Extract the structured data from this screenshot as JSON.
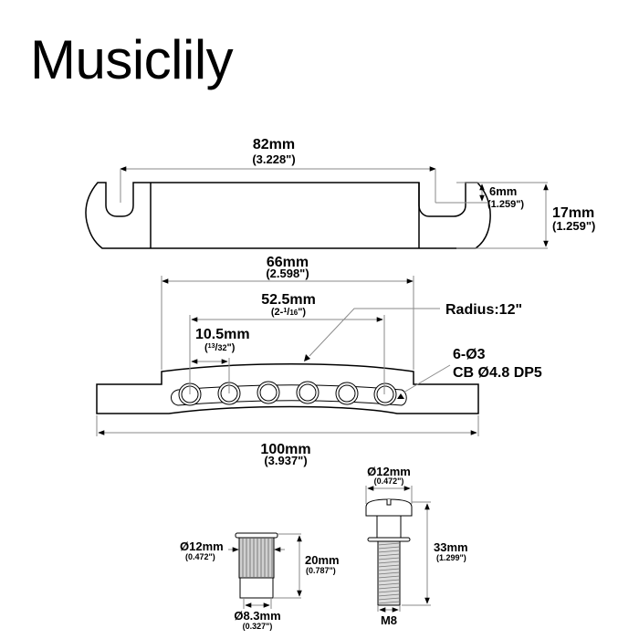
{
  "brand": {
    "name": "Musiclily"
  },
  "tailpiece_top_view": {
    "overall_width": {
      "mm": "82mm",
      "inch": "(3.228\")"
    },
    "slot_depth": {
      "mm": "6mm",
      "inch": "(1.259\")"
    },
    "height": {
      "mm": "17mm",
      "inch": "(1.259\")"
    }
  },
  "tailpiece_front_view": {
    "raised_width": {
      "mm": "66mm",
      "inch": "(2.598\")"
    },
    "outer_hole_span": {
      "mm": "52.5mm",
      "inch_prefix": "(2-",
      "inch_num": "1",
      "inch_den": "16",
      "inch_suffix": "\")"
    },
    "hole_spacing": {
      "mm": "10.5mm",
      "inch_open": "(",
      "inch_num": "13",
      "inch_den": "32",
      "inch_close": "\")"
    },
    "radius_note": "Radius:12\"",
    "hole_note_line1": "6-Ø3",
    "hole_note_line2": "CB  Ø4.8 DP5",
    "overall_length": {
      "mm": "100mm",
      "inch": "(3.937\")"
    },
    "hole_count": 6
  },
  "insert_bushing": {
    "diameter": {
      "mm": "Ø12mm",
      "inch": "(0.472\")"
    },
    "height": {
      "mm": "20mm",
      "inch": "(0.787\")"
    },
    "inner_diameter": {
      "mm": "Ø8.3mm",
      "inch": "(0.327\")"
    }
  },
  "stud_screw": {
    "head_diameter": {
      "mm": "Ø12mm",
      "inch": "(0.472\")"
    },
    "length": {
      "mm": "33mm",
      "inch": "(1.299\")"
    },
    "thread": "M8"
  }
}
